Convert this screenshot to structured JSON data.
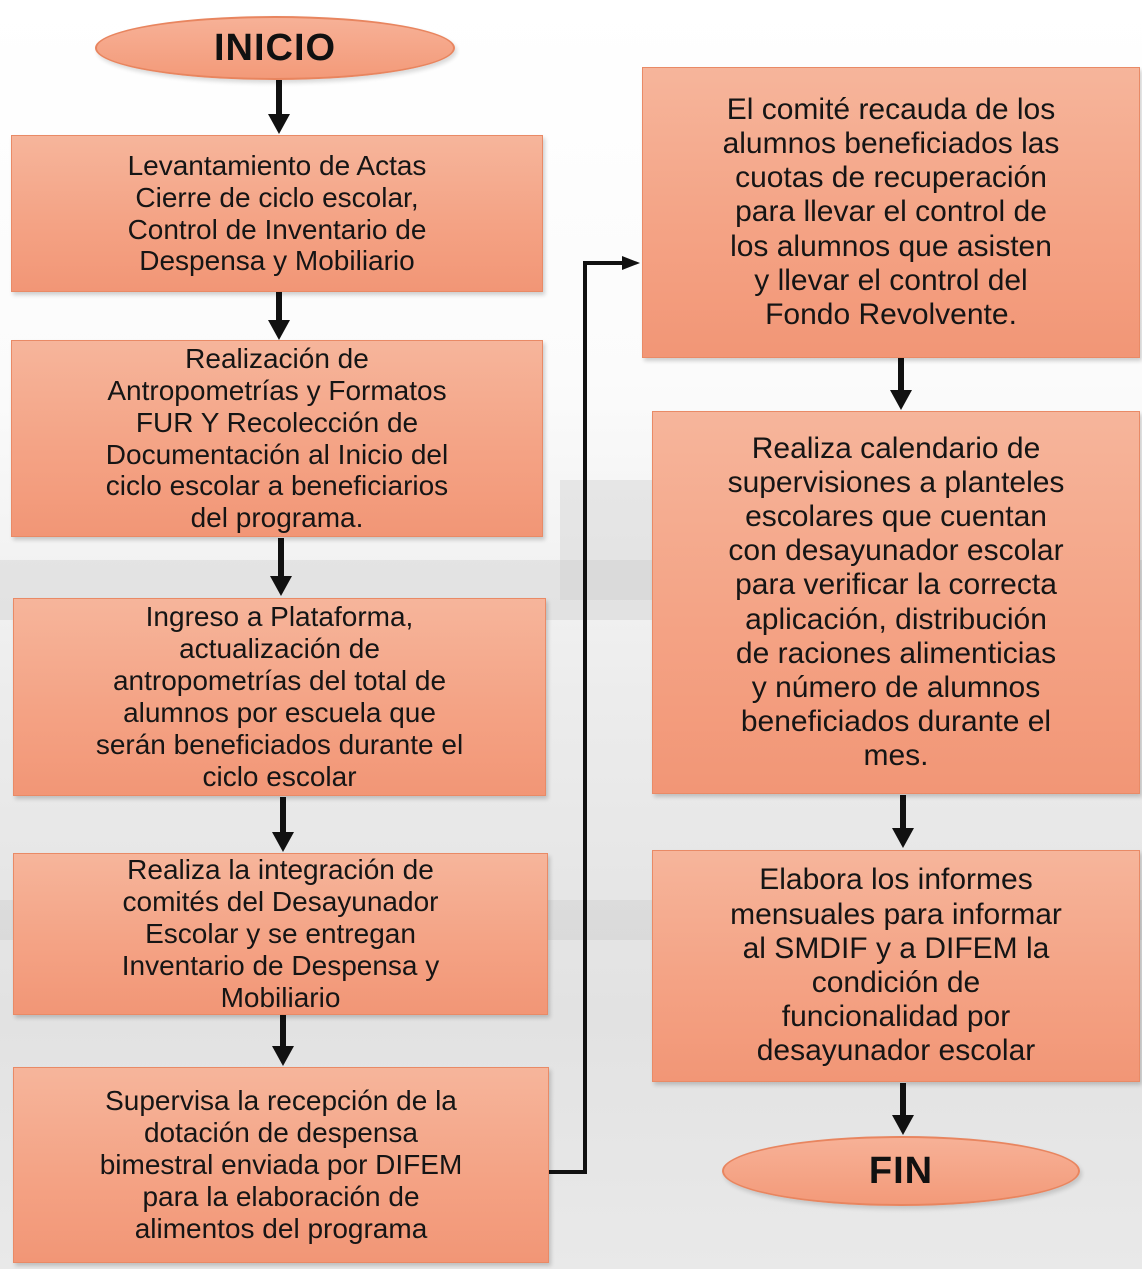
{
  "start_label": "INICIO",
  "end_label": "FIN",
  "left_steps": [
    "Levantamiento de Actas\nCierre de ciclo escolar,\nControl de Inventario de\nDespensa y Mobiliario",
    "Realización de\nAntropometrías  y Formatos\nFUR Y Recolección de\nDocumentación al Inicio del\nciclo escolar a beneficiarios\ndel programa.",
    "Ingreso a Plataforma,\nactualización de\nantropometrías del total de\nalumnos por escuela que\nserán beneficiados durante el\nciclo escolar",
    "Realiza la integración de\ncomités del Desayunador\nEscolar y se entregan\nInventario de Despensa y\nMobiliario",
    "Supervisa la recepción de la\ndotación de despensa\nbimestral enviada por DIFEM\npara la elaboración de\nalimentos del programa"
  ],
  "right_steps": [
    "El comité recauda de los\nalumnos beneficiados las\ncuotas de recuperación\npara llevar el control de\nlos alumnos que asisten\ny llevar el control del\nFondo Revolvente.",
    "Realiza calendario de\nsupervisiones a planteles\nescolares que cuentan\ncon desayunador escolar\npara verificar la correcta\naplicación, distribución\nde raciones alimenticias\ny número de alumnos\nbeneficiados durante el\nmes.",
    "Elabora los informes\nmensuales para informar\nal SMDIF y a DIFEM la\ncondición de\nfuncionalidad por\ndesayunador escolar"
  ]
}
